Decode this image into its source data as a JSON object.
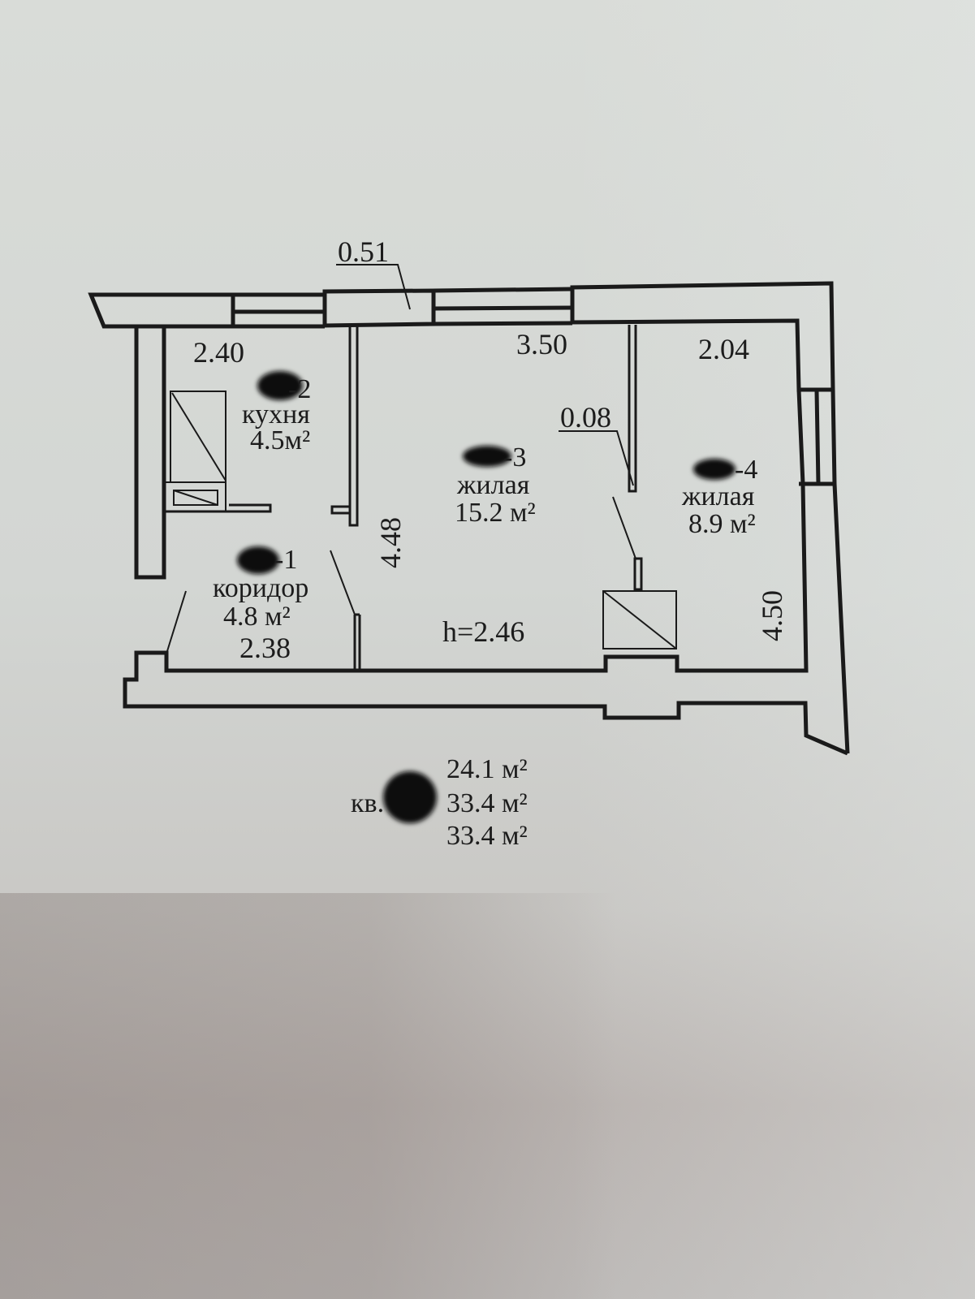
{
  "document": {
    "type": "apartment floor plan",
    "ceiling_height": "h=2.46"
  },
  "dimensions": {
    "window_niche": "0.51",
    "kitchen_width": "2.40",
    "living_width": "3.50",
    "bedroom_width": "2.04",
    "partition_thickness": "0.08",
    "living_depth": "4.48",
    "bedroom_depth": "4.50",
    "corridor_width": "2.38"
  },
  "rooms": [
    {
      "number_suffix": "-1",
      "name": "коридор",
      "area": "4.8 м²"
    },
    {
      "number_suffix": "-2",
      "name": "кухня",
      "area": "4.5м²"
    },
    {
      "number_suffix": "-3",
      "name": "жилая",
      "area": "15.2 м²"
    },
    {
      "number_suffix": "-4",
      "name": "жилая",
      "area": "8.9 м²"
    }
  ],
  "totals": {
    "apartment_prefix": "кв.",
    "living_area": "24.1 м²",
    "total_area": "33.4 м²",
    "total_area_with_balcony": "33.4 м²"
  },
  "colors": {
    "ink": "#1a1a1a",
    "paper": "#d6d9d6"
  }
}
